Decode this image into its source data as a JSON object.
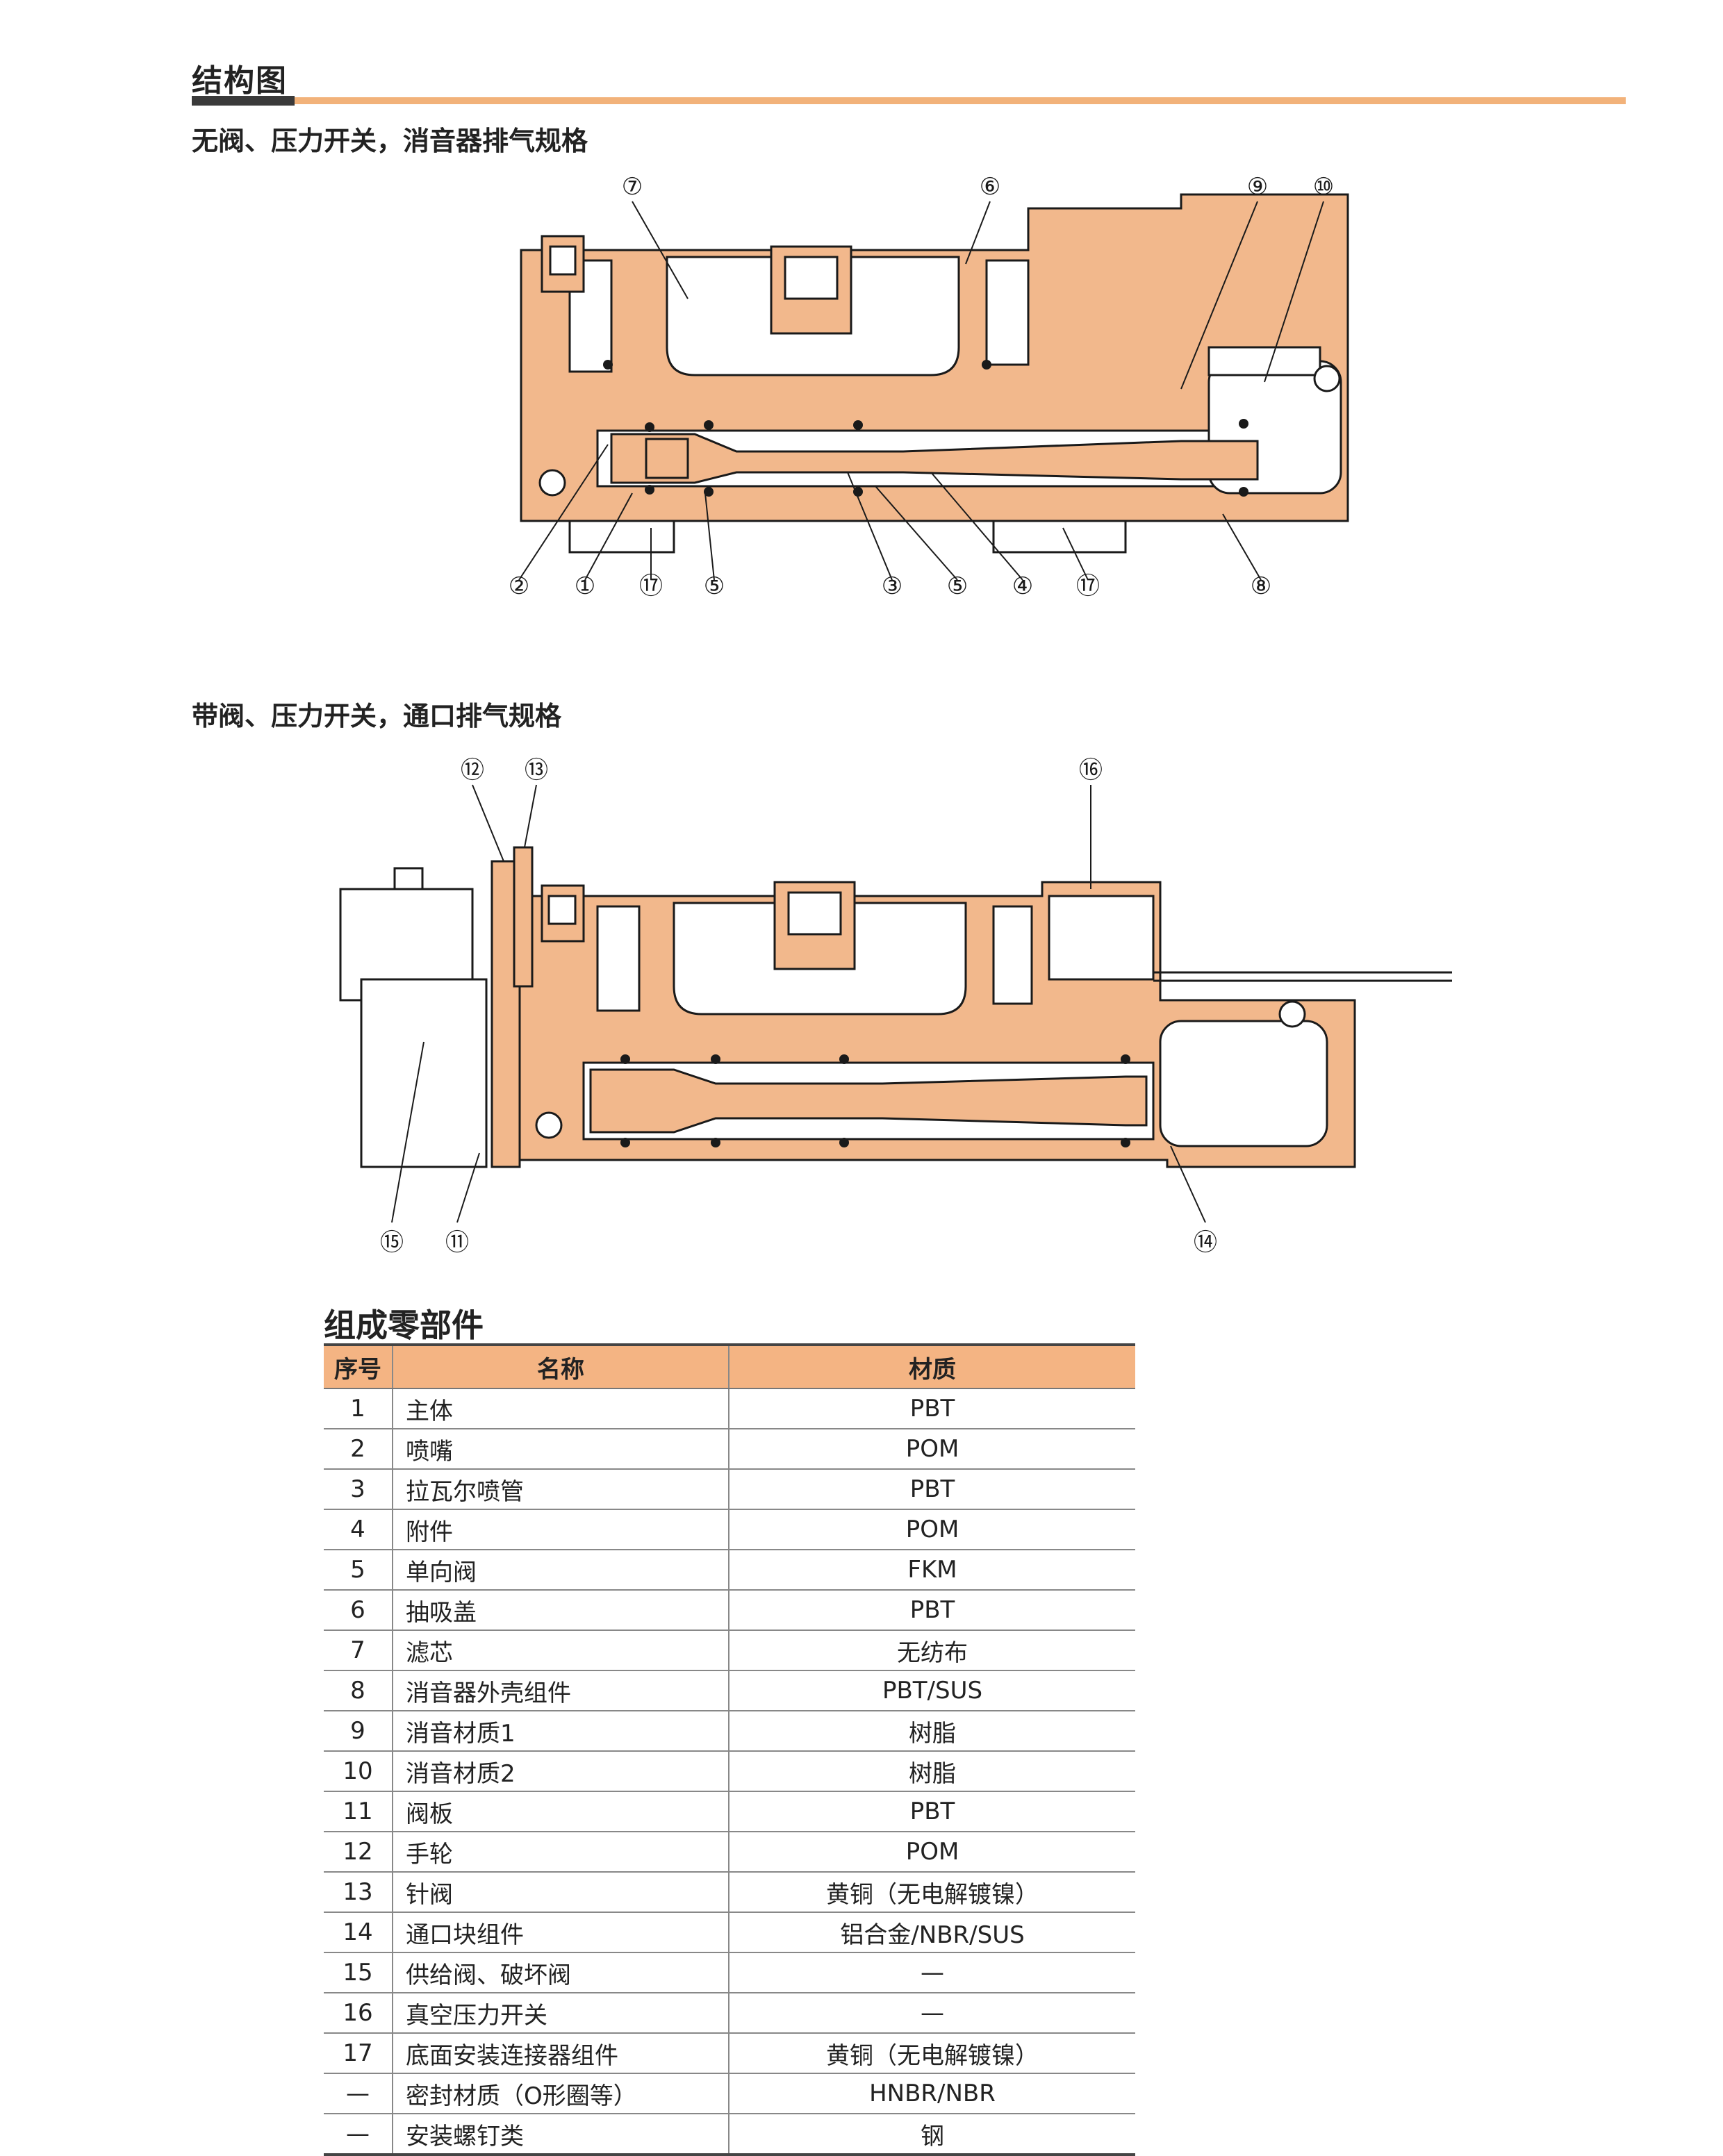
{
  "header": {
    "title": "结构图",
    "subtitle_top": "无阀、压力开关，消音器排气规格",
    "subtitle_bottom": "带阀、压力开关，通口排气规格"
  },
  "diagram_top": {
    "callouts": [
      "⑦",
      "⑥",
      "⑨",
      "⑩",
      "②",
      "①",
      "⑰",
      "⑤",
      "③",
      "⑤",
      "④",
      "⑰",
      "⑧"
    ]
  },
  "diagram_bottom": {
    "callouts": [
      "⑫",
      "⑬",
      "⑯",
      "⑮",
      "⑪",
      "⑭"
    ]
  },
  "colors": {
    "body": "#f2b88c",
    "outline": "#1a1a1a",
    "accent": "#f2b27a",
    "header_bg": "#f4b483"
  },
  "table": {
    "title": "组成零部件",
    "headers": [
      "序号",
      "名称",
      "材质"
    ],
    "rows": [
      [
        "1",
        "主体",
        "PBT"
      ],
      [
        "2",
        "喷嘴",
        "POM"
      ],
      [
        "3",
        "拉瓦尔喷管",
        "PBT"
      ],
      [
        "4",
        "附件",
        "POM"
      ],
      [
        "5",
        "单向阀",
        "FKM"
      ],
      [
        "6",
        "抽吸盖",
        "PBT"
      ],
      [
        "7",
        "滤芯",
        "无纺布"
      ],
      [
        "8",
        "消音器外壳组件",
        "PBT/SUS"
      ],
      [
        "9",
        "消音材质1",
        "树脂"
      ],
      [
        "10",
        "消音材质2",
        "树脂"
      ],
      [
        "11",
        "阀板",
        "PBT"
      ],
      [
        "12",
        "手轮",
        "POM"
      ],
      [
        "13",
        "针阀",
        "黄铜（无电解镀镍）"
      ],
      [
        "14",
        "通口块组件",
        "铝合金/NBR/SUS"
      ],
      [
        "15",
        "供给阀、破坏阀",
        "—"
      ],
      [
        "16",
        "真空压力开关",
        "—"
      ],
      [
        "17",
        "底面安装连接器组件",
        "黄铜（无电解镀镍）"
      ],
      [
        "—",
        "密封材质（O形圈等）",
        "HNBR/NBR"
      ],
      [
        "—",
        "安装螺钉类",
        "钢"
      ]
    ]
  }
}
